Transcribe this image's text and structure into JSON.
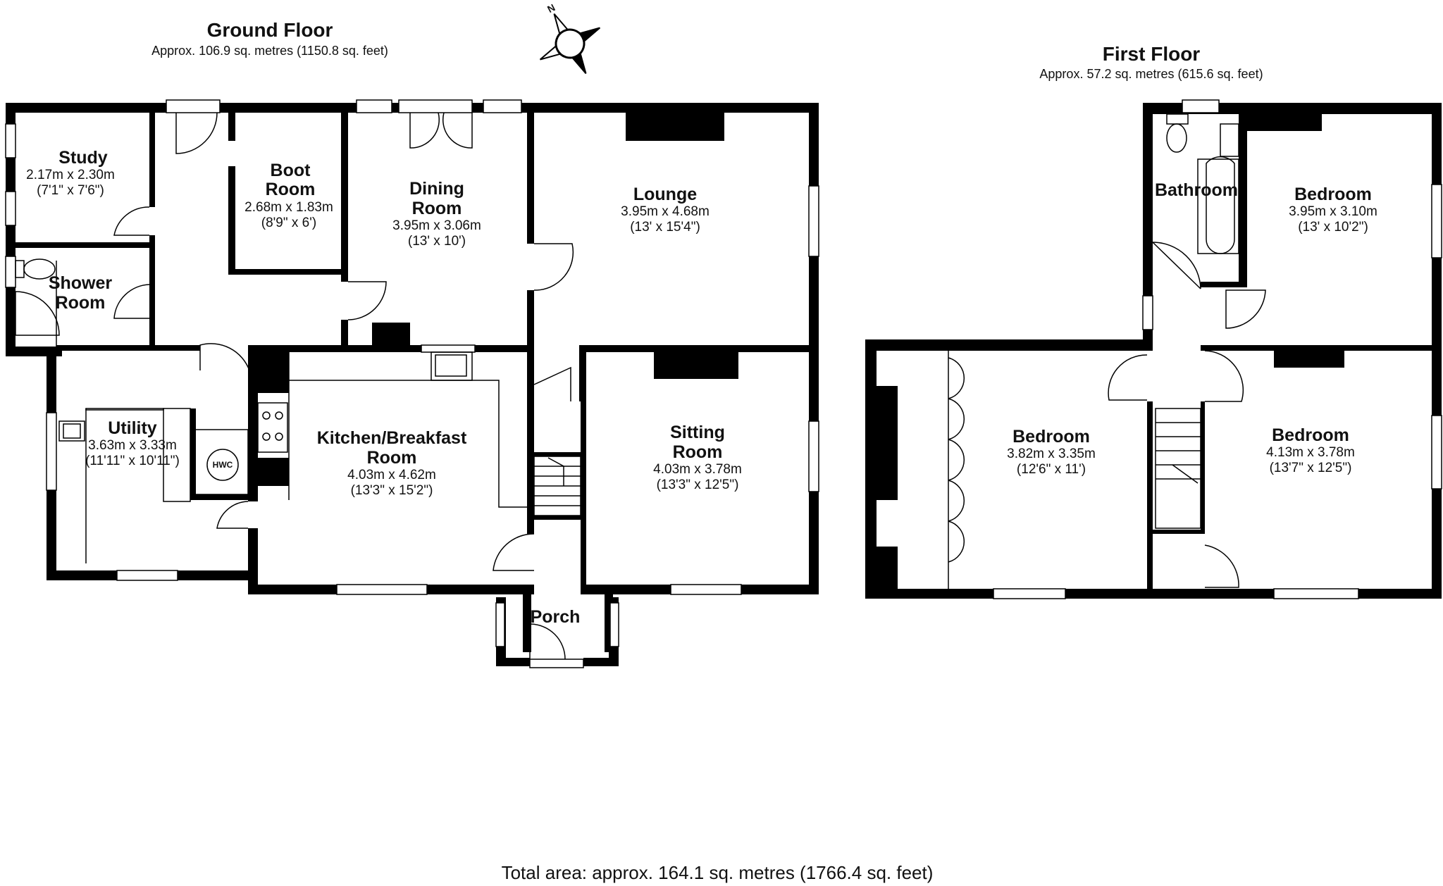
{
  "ground_floor": {
    "title": "Ground Floor",
    "area": "Approx. 106.9 sq. metres (1150.8 sq. feet)",
    "rooms": [
      {
        "name": [
          "Study"
        ],
        "metric": "2.17m x 2.30m",
        "imperial": "(7'1\" x 7'6\")"
      },
      {
        "name": [
          "Boot",
          "Room"
        ],
        "metric": "2.68m x 1.83m",
        "imperial": "(8'9\" x 6')"
      },
      {
        "name": [
          "Dining",
          "Room"
        ],
        "metric": "3.95m x 3.06m",
        "imperial": "(13' x 10')"
      },
      {
        "name": [
          "Lounge"
        ],
        "metric": "3.95m x 4.68m",
        "imperial": "(13' x 15'4\")"
      },
      {
        "name": [
          "Shower",
          "Room"
        ],
        "metric": "",
        "imperial": ""
      },
      {
        "name": [
          "Utility"
        ],
        "metric": "3.63m x 3.33m",
        "imperial": "(11'11\" x 10'11\")"
      },
      {
        "name": [
          "Kitchen/Breakfast",
          "Room"
        ],
        "metric": "4.03m x 4.62m",
        "imperial": "(13'3\" x 15'2\")"
      },
      {
        "name": [
          "Sitting",
          "Room"
        ],
        "metric": "4.03m x 3.78m",
        "imperial": "(13'3\" x 12'5\")"
      },
      {
        "name": [
          "Porch"
        ],
        "metric": "",
        "imperial": ""
      }
    ],
    "hwc_label": "HWC"
  },
  "first_floor": {
    "title": "First Floor",
    "area": "Approx. 57.2 sq. metres (615.6 sq. feet)",
    "rooms": [
      {
        "name": [
          "Bathroom"
        ],
        "metric": "",
        "imperial": ""
      },
      {
        "name": [
          "Bedroom"
        ],
        "metric": "3.95m x 3.10m",
        "imperial": "(13' x 10'2\")"
      },
      {
        "name": [
          "Bedroom"
        ],
        "metric": "3.82m x 3.35m",
        "imperial": "(12'6\" x 11')"
      },
      {
        "name": [
          "Bedroom"
        ],
        "metric": "4.13m x 3.78m",
        "imperial": "(13'7\" x 12'5\")"
      }
    ]
  },
  "compass": {
    "label": "N"
  },
  "total_area": "Total area: approx. 164.1 sq. metres (1766.4 sq. feet)",
  "colors": {
    "wall": "#000000",
    "window": "#ffffff",
    "background": "#ffffff"
  }
}
